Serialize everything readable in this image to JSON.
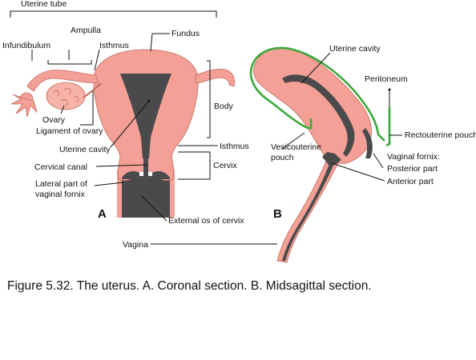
{
  "figure": {
    "panel_a": {
      "letter": "A",
      "labels": {
        "uterine_tube": "Uterine tube",
        "ampulla": "Ampulla",
        "infundibulum": "Infundibulum",
        "isthmus_tube": "Isthmus",
        "fundus": "Fundus",
        "body": "Body",
        "ovary": "Ovary",
        "ligament_of_ovary": "Ligament of ovary",
        "uterine_cavity": "Uterine cavity",
        "isthmus": "Isthmus",
        "cervical_canal": "Cervical canal",
        "cervix": "Cervix",
        "lateral_fornix_1": "Lateral part of",
        "lateral_fornix_2": "vaginal fornix",
        "external_os": "External os of cervix"
      }
    },
    "panel_b": {
      "letter": "B",
      "labels": {
        "uterine_cavity": "Uterine cavity",
        "peritoneum": "Peritoneum",
        "rectouterine_pouch": "Rectouterine pouch",
        "vesicouterine_1": "Vesicouterine",
        "vesicouterine_2": "pouch",
        "vaginal_fornix": "Vaginal fornix:",
        "posterior_part": "Posterior part",
        "anterior_part": "Anterior part",
        "vagina": "Vagina"
      }
    },
    "colors": {
      "tissue": "#f4a096",
      "tissue_light": "#f7b3a8",
      "cavity": "#4a4a4c",
      "peritoneum": "#3aa83a",
      "outline": "#c06a5c"
    }
  },
  "caption": "Figure 5.32. The uterus. A. Coronal section. B. Midsagittal section."
}
